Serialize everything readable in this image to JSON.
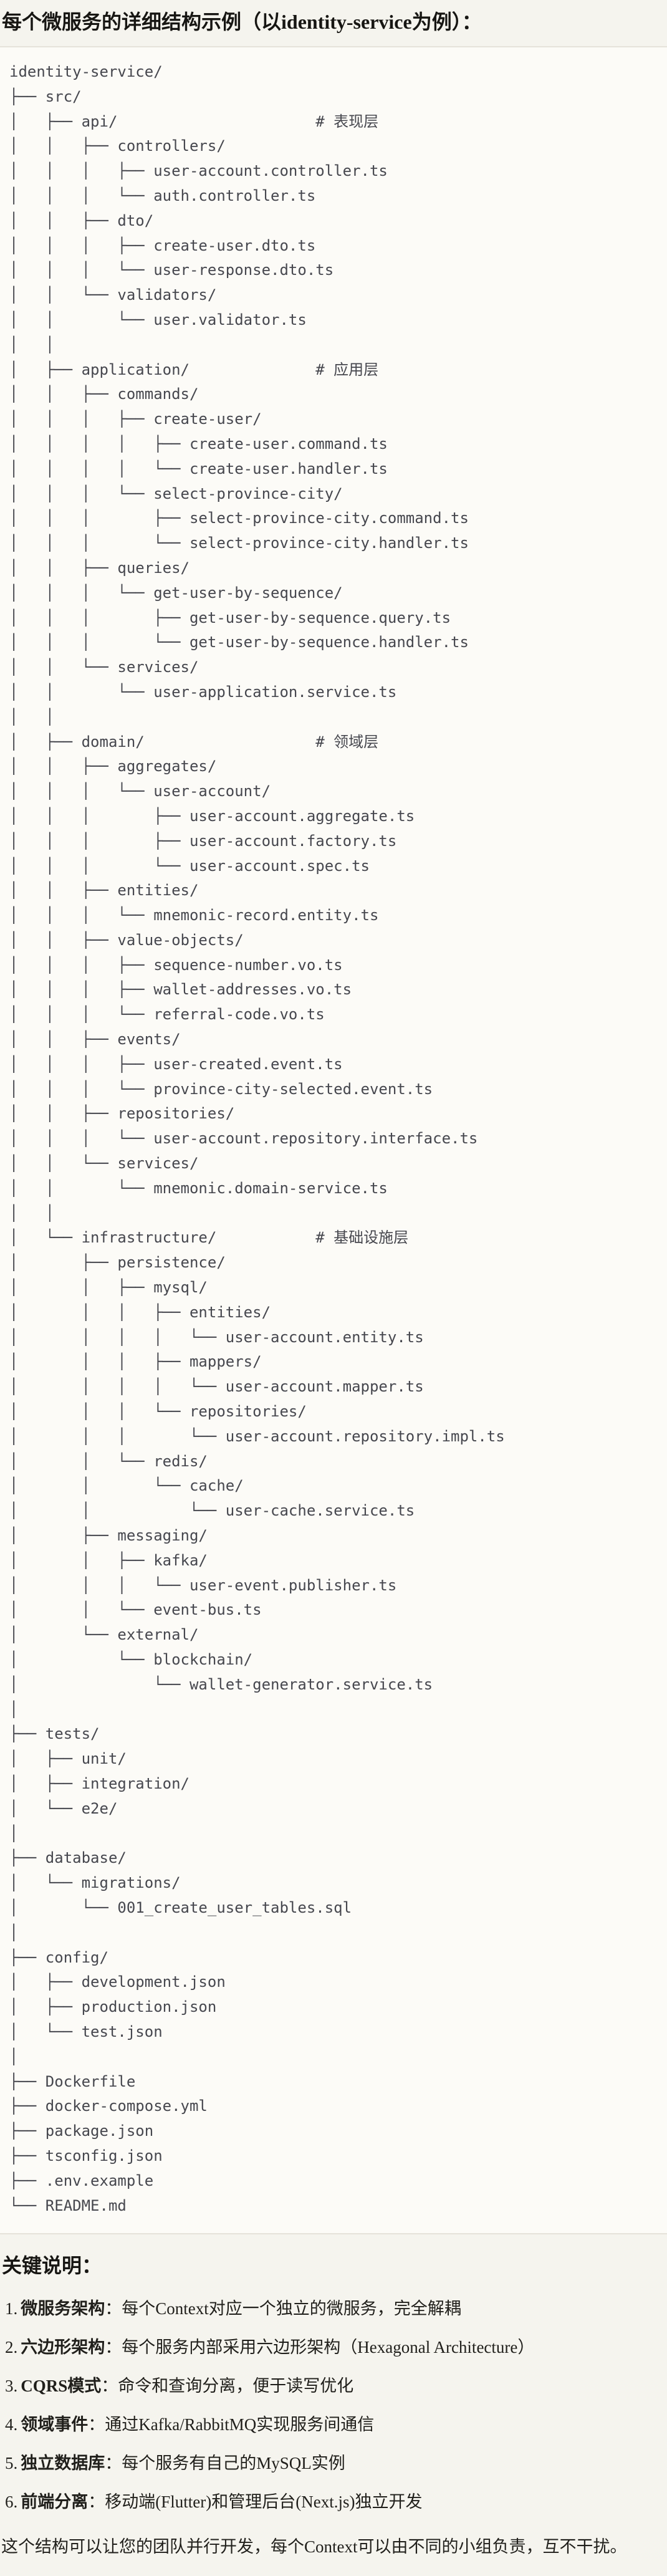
{
  "page": {
    "title": "每个微服务的详细结构示例（以identity-service为例）：",
    "footer_note": "这个结构可以让您的团队并行开发，每个Context可以由不同的小组负责，互不干扰。"
  },
  "code_block": {
    "tree_lines": [
      "identity-service/",
      "├── src/",
      "│   ├── api/                      # 表现层",
      "│   │   ├── controllers/",
      "│   │   │   ├── user-account.controller.ts",
      "│   │   │   └── auth.controller.ts",
      "│   │   ├── dto/",
      "│   │   │   ├── create-user.dto.ts",
      "│   │   │   └── user-response.dto.ts",
      "│   │   └── validators/",
      "│   │       └── user.validator.ts",
      "│   │",
      "│   ├── application/              # 应用层",
      "│   │   ├── commands/",
      "│   │   │   ├── create-user/",
      "│   │   │   │   ├── create-user.command.ts",
      "│   │   │   │   └── create-user.handler.ts",
      "│   │   │   └── select-province-city/",
      "│   │   │       ├── select-province-city.command.ts",
      "│   │   │       └── select-province-city.handler.ts",
      "│   │   ├── queries/",
      "│   │   │   └── get-user-by-sequence/",
      "│   │   │       ├── get-user-by-sequence.query.ts",
      "│   │   │       └── get-user-by-sequence.handler.ts",
      "│   │   └── services/",
      "│   │       └── user-application.service.ts",
      "│   │",
      "│   ├── domain/                   # 领域层",
      "│   │   ├── aggregates/",
      "│   │   │   └── user-account/",
      "│   │   │       ├── user-account.aggregate.ts",
      "│   │   │       ├── user-account.factory.ts",
      "│   │   │       └── user-account.spec.ts",
      "│   │   ├── entities/",
      "│   │   │   └── mnemonic-record.entity.ts",
      "│   │   ├── value-objects/",
      "│   │   │   ├── sequence-number.vo.ts",
      "│   │   │   ├── wallet-addresses.vo.ts",
      "│   │   │   └── referral-code.vo.ts",
      "│   │   ├── events/",
      "│   │   │   ├── user-created.event.ts",
      "│   │   │   └── province-city-selected.event.ts",
      "│   │   ├── repositories/",
      "│   │   │   └── user-account.repository.interface.ts",
      "│   │   └── services/",
      "│   │       └── mnemonic.domain-service.ts",
      "│   │",
      "│   └── infrastructure/           # 基础设施层",
      "│       ├── persistence/",
      "│       │   ├── mysql/",
      "│       │   │   ├── entities/",
      "│       │   │   │   └── user-account.entity.ts",
      "│       │   │   ├── mappers/",
      "│       │   │   │   └── user-account.mapper.ts",
      "│       │   │   └── repositories/",
      "│       │   │       └── user-account.repository.impl.ts",
      "│       │   └── redis/",
      "│       │       └── cache/",
      "│       │           └── user-cache.service.ts",
      "│       ├── messaging/",
      "│       │   ├── kafka/",
      "│       │   │   └── user-event.publisher.ts",
      "│       │   └── event-bus.ts",
      "│       └── external/",
      "│           └── blockchain/",
      "│               └── wallet-generator.service.ts",
      "│",
      "├── tests/",
      "│   ├── unit/",
      "│   ├── integration/",
      "│   └── e2e/",
      "│",
      "├── database/",
      "│   └── migrations/",
      "│       └── 001_create_user_tables.sql",
      "│",
      "├── config/",
      "│   ├── development.json",
      "│   ├── production.json",
      "│   └── test.json",
      "│",
      "├── Dockerfile",
      "├── docker-compose.yml",
      "├── package.json",
      "├── tsconfig.json",
      "├── .env.example",
      "└── README.md"
    ]
  },
  "notes": {
    "heading": "关键说明：",
    "items": [
      {
        "num": "1.",
        "label": "微服务架构",
        "text": "：每个Context对应一个独立的微服务，完全解耦"
      },
      {
        "num": "2.",
        "label": "六边形架构",
        "text": "：每个服务内部采用六边形架构（Hexagonal Architecture）"
      },
      {
        "num": "3.",
        "label": "CQRS模式",
        "text": "：命令和查询分离，便于读写优化"
      },
      {
        "num": "4.",
        "label": "领域事件",
        "text": "：通过Kafka/RabbitMQ实现服务间通信"
      },
      {
        "num": "5.",
        "label": "独立数据库",
        "text": "：每个服务有自己的MySQL实例"
      },
      {
        "num": "6.",
        "label": "前端分离",
        "text": "：移动端(Flutter)和管理后台(Next.js)独立开发"
      }
    ]
  },
  "colors": {
    "page_bg": "#F5F4EE",
    "code_bg": "#FCFBF7",
    "code_border": "#E6E3DA",
    "code_text": "#46474E",
    "body_text": "#201F1B"
  }
}
